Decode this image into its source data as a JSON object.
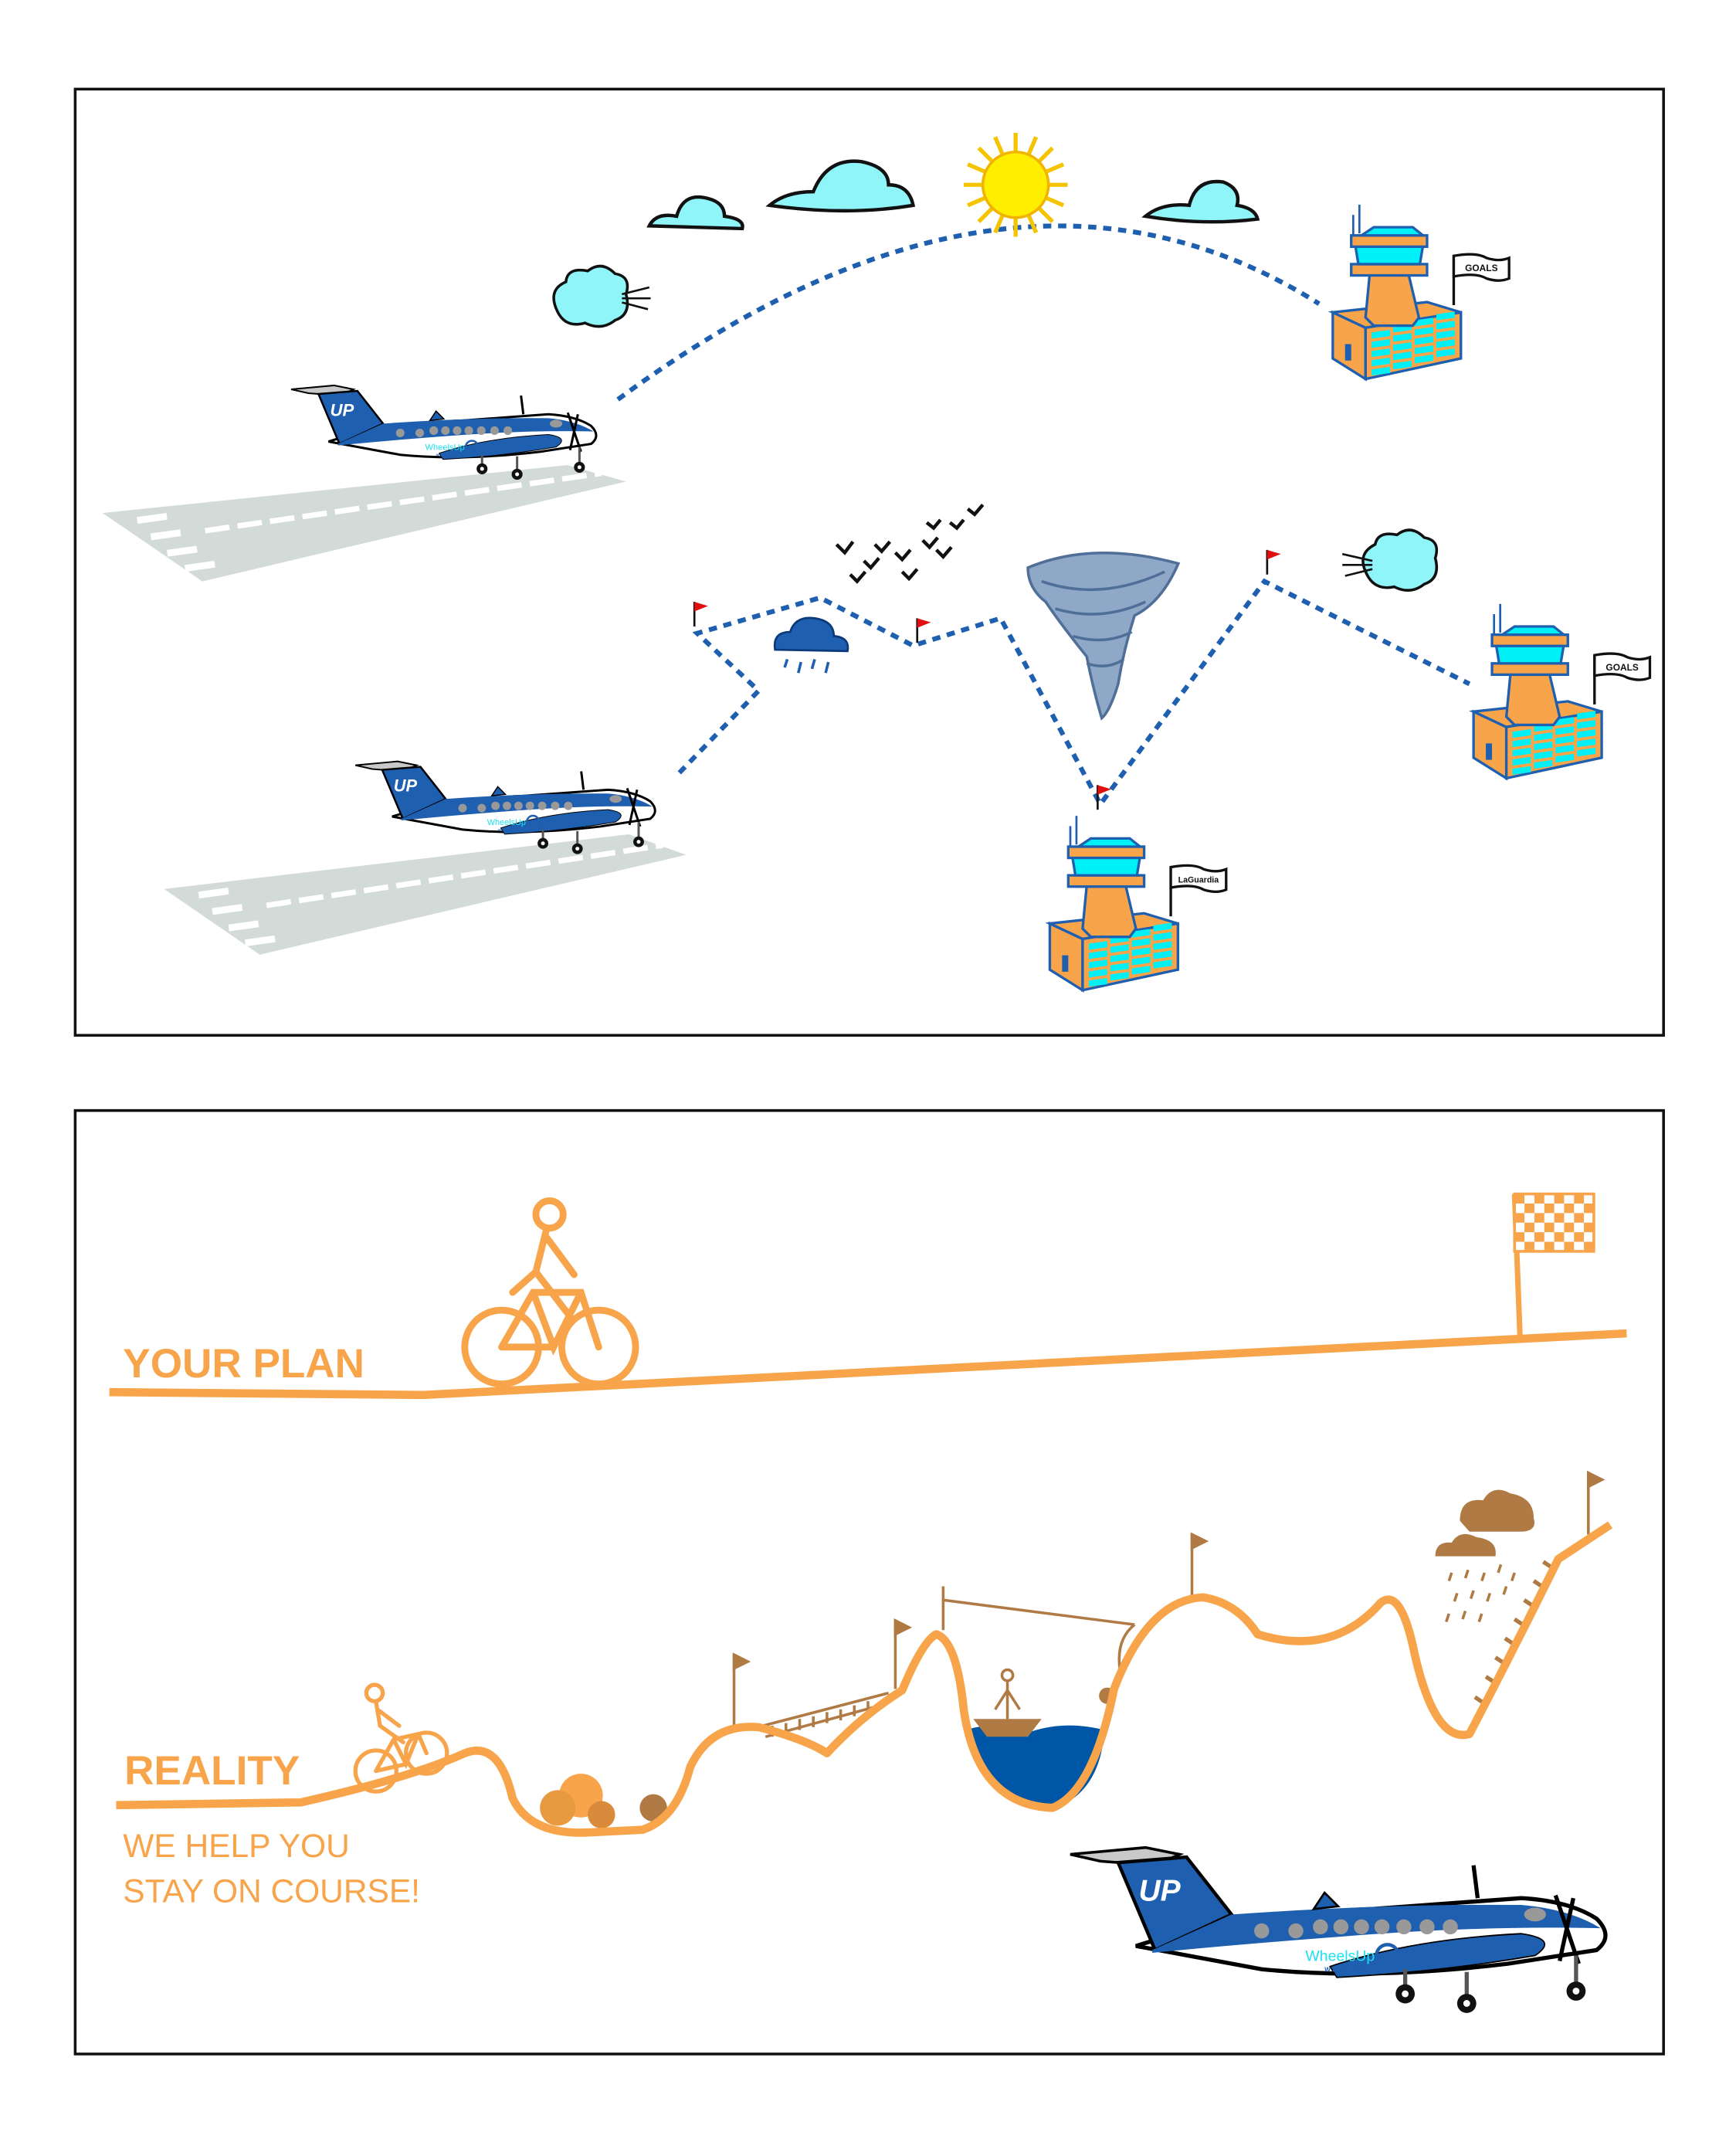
{
  "plane_livery": {
    "tail": "UP",
    "brand": "WheelsUp",
    "sub_brand": "WEALTH"
  },
  "top_panel": {
    "towers": [
      {
        "flag": "GOALS"
      },
      {
        "flag": "GOALS"
      },
      {
        "flag": "LaGuardia"
      }
    ]
  },
  "bottom_panel": {
    "plan_label": "YOUR PLAN",
    "reality_label": "REALITY",
    "tagline": [
      "WE HELP YOU",
      "STAY ON COURSE!"
    ]
  },
  "colors": {
    "orange": "#f7a44a",
    "blue": "#1f5fb0",
    "cyan": "#8ff5f8",
    "brown": "#b07a45",
    "water": "#0056a6",
    "runway": "#d3dbd8"
  }
}
